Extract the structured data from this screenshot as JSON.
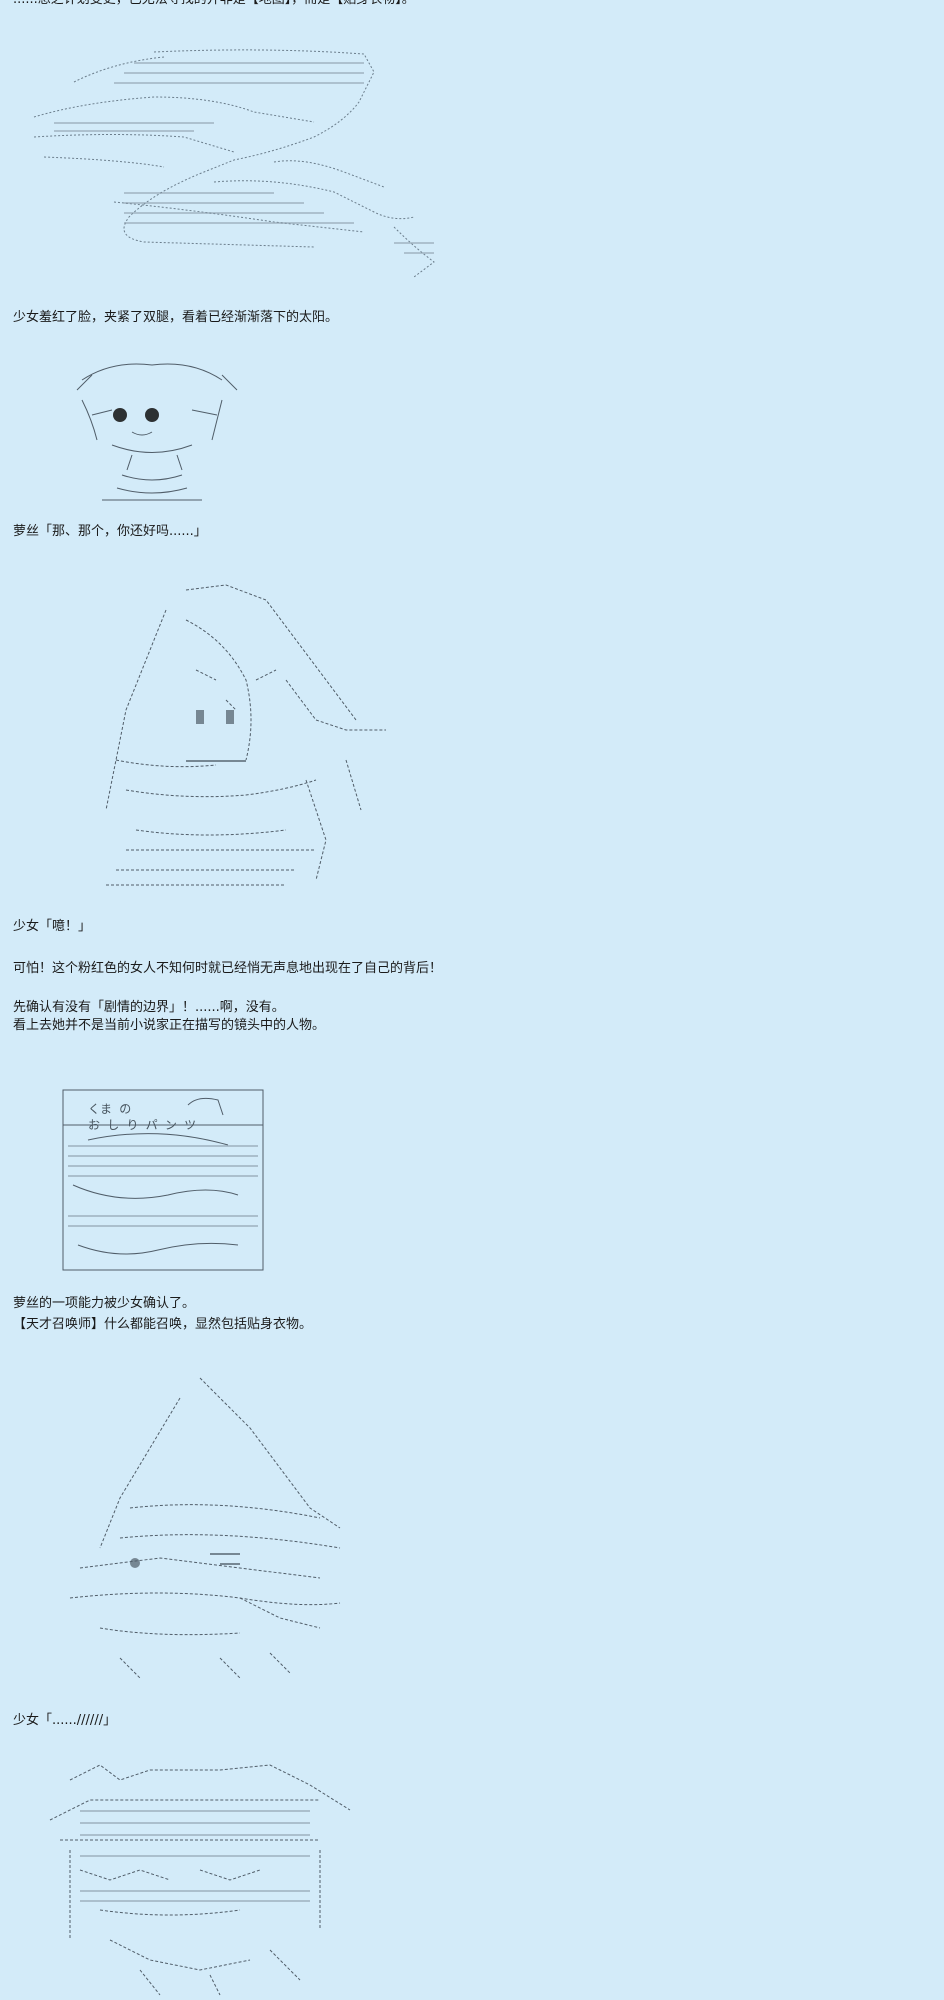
{
  "text_lines": [
    "......想之计划变更，已无法寻找的并非是【地图】，而是【贴身衣物】。",
    "少女羞红了脸，夹紧了双腿，看着已经渐渐落下的太阳。",
    "萝丝「那、那个，你还好吗......」",
    "少女「噫！」",
    "可怕！这个粉红色的女人不知何时就已经悄无声息地出现在了自己的背后！",
    "先确认有没有「剧情的边界」！......啊，没有。",
    "看上去她并不是当前小说家正在描写的镜头中的人物。",
    "萝丝的一项能力被少女确认了。",
    "【天才召唤师】什么都能召唤，显然包括贴身衣物。",
    "少女「......//////」"
  ],
  "panties_art": {
    "line1": "くま の",
    "line2": "お し り パ ン ツ"
  },
  "colors": {
    "background": "#d3ebf9",
    "text": "#1a1a1a",
    "art": "#4a5a68"
  }
}
